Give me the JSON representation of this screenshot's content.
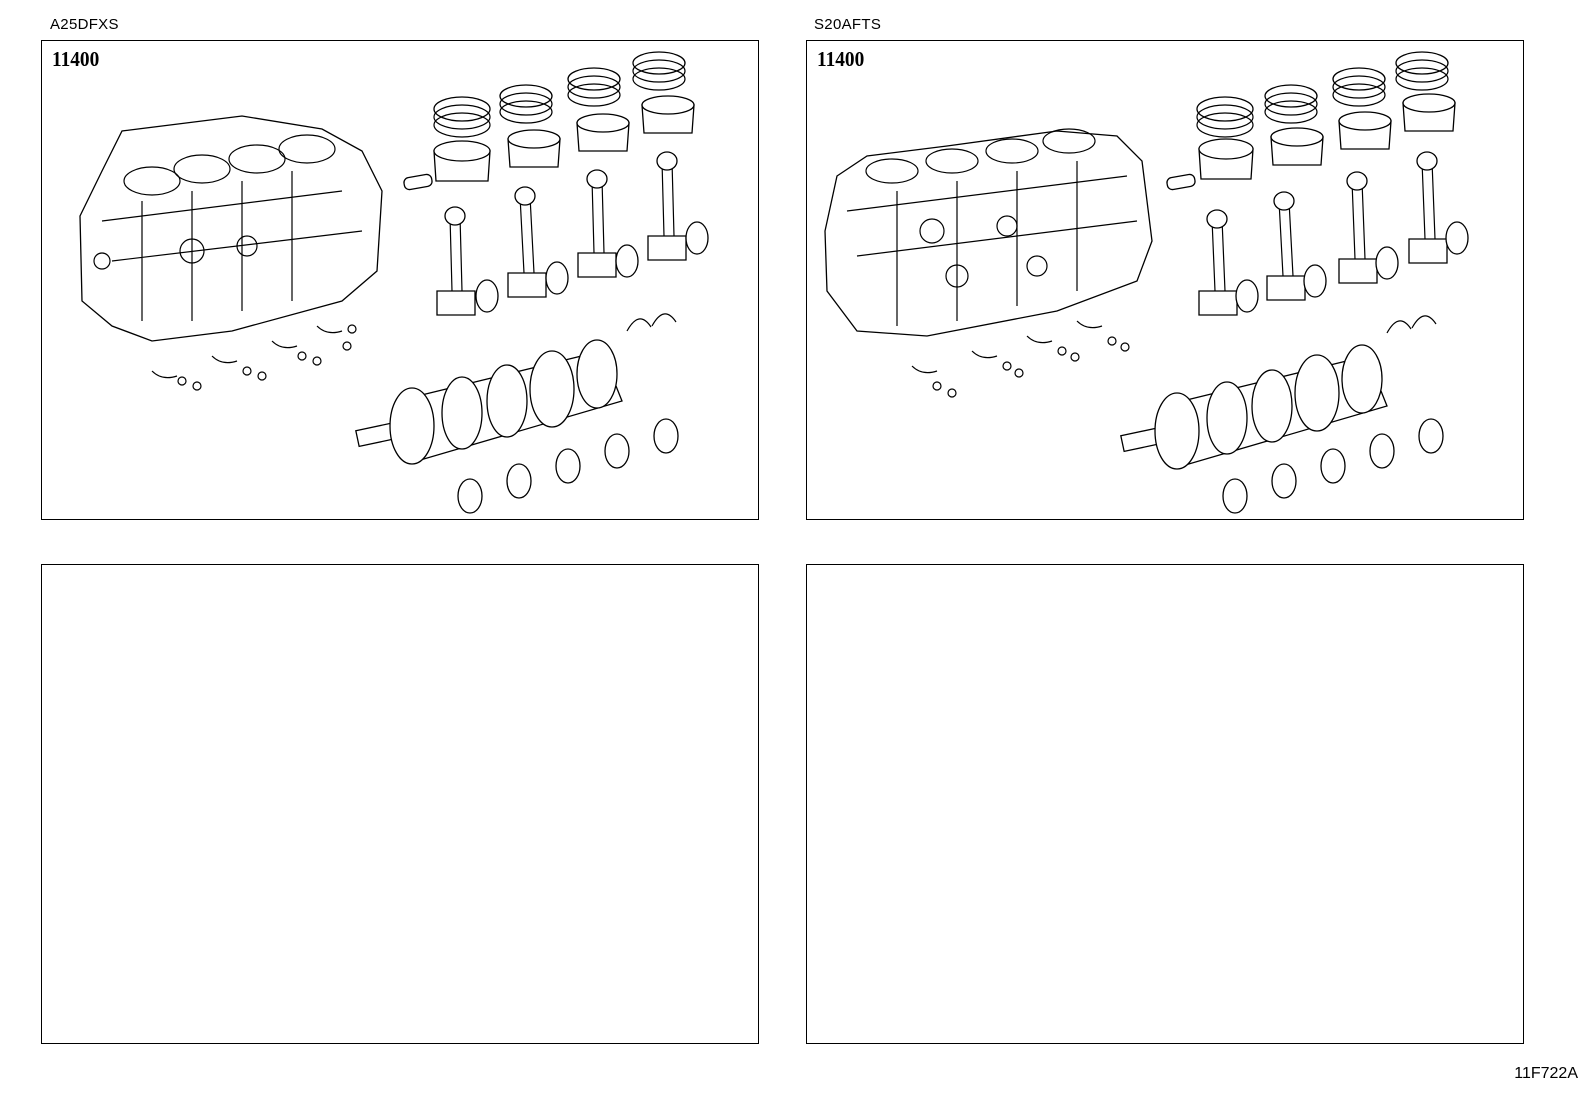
{
  "panels": [
    {
      "engine_code": "A25DFXS",
      "part_number": "11400"
    },
    {
      "engine_code": "S20AFTS",
      "part_number": "11400"
    },
    {
      "engine_code": "",
      "part_number": ""
    },
    {
      "engine_code": "",
      "part_number": ""
    }
  ],
  "diagram_id": "11F722A"
}
